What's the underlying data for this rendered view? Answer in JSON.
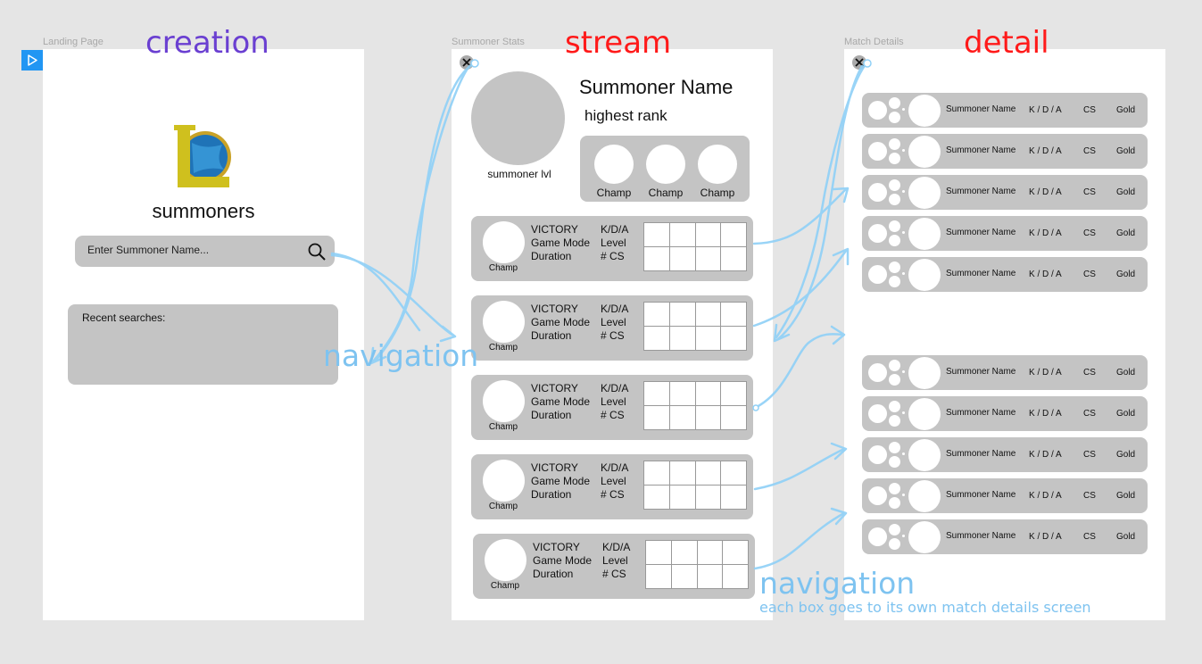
{
  "frames": {
    "landing": {
      "label": "Landing Page",
      "heading": "creation",
      "heading_color": "#6a3fd1"
    },
    "stats": {
      "label": "Summoner Stats",
      "heading": "stream",
      "heading_color": "#ff1a1a"
    },
    "details": {
      "label": "Match Details",
      "heading": "detail",
      "heading_color": "#ff1a1a"
    }
  },
  "landing": {
    "app_title": "summoners",
    "search_placeholder": "Enter Summoner Name...",
    "recent_label": "Recent searches:"
  },
  "stats": {
    "summoner_name": "Summoner Name",
    "highest_rank": "highest rank",
    "summoner_lvl": "summoner lvl",
    "top_champs": [
      "Champ",
      "Champ",
      "Champ"
    ],
    "matches": [
      {
        "result": "VICTORY",
        "mode": "Game Mode",
        "duration": "Duration",
        "kda": "K/D/A",
        "level": "Level",
        "cs": "# CS",
        "champ": "Champ"
      },
      {
        "result": "VICTORY",
        "mode": "Game Mode",
        "duration": "Duration",
        "kda": "K/D/A",
        "level": "Level",
        "cs": "# CS",
        "champ": "Champ"
      },
      {
        "result": "VICTORY",
        "mode": "Game Mode",
        "duration": "Duration",
        "kda": "K/D/A",
        "level": "Level",
        "cs": "# CS",
        "champ": "Champ"
      },
      {
        "result": "VICTORY",
        "mode": "Game Mode",
        "duration": "Duration",
        "kda": "K/D/A",
        "level": "Level",
        "cs": "# CS",
        "champ": "Champ"
      },
      {
        "result": "VICTORY",
        "mode": "Game Mode",
        "duration": "Duration",
        "kda": "K/D/A",
        "level": "Level",
        "cs": "# CS",
        "champ": "Champ"
      }
    ]
  },
  "details": {
    "row": {
      "name": "Summoner Name",
      "kda": "K / D / A",
      "cs": "CS",
      "gold": "Gold"
    },
    "team_size": 5,
    "teams": 2
  },
  "annotations": {
    "nav_label": "navigation",
    "nav_note": "each box goes to its own match details screen",
    "arrow_color": "#8fd0f7"
  },
  "icons": [
    "play-icon",
    "league-logo",
    "search-icon",
    "close-icon"
  ]
}
